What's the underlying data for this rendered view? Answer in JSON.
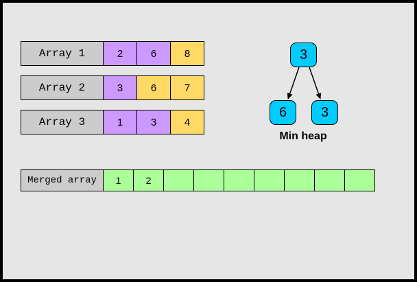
{
  "arrays": [
    {
      "label": "Array 1",
      "values": [
        "2",
        "6",
        "8"
      ],
      "colors": [
        "#cc99ff",
        "#cc99ff",
        "#ffd966"
      ]
    },
    {
      "label": "Array 2",
      "values": [
        "3",
        "6",
        "7"
      ],
      "colors": [
        "#cc99ff",
        "#ffd966",
        "#ffd966"
      ]
    },
    {
      "label": "Array 3",
      "values": [
        "1",
        "3",
        "4"
      ],
      "colors": [
        "#cc99ff",
        "#cc99ff",
        "#ffd966"
      ]
    }
  ],
  "heap": {
    "root": "3",
    "left": "6",
    "right": "3",
    "label": "Min heap"
  },
  "merged": {
    "label": "Merged array",
    "values": [
      "1",
      "2",
      "",
      "",
      "",
      "",
      "",
      "",
      ""
    ]
  },
  "colors": {
    "background": "#e6e6e6",
    "label_gray": "#cccccc",
    "purple": "#cc99ff",
    "yellow": "#ffd966",
    "heap_node": "#00ccff",
    "merged_cell": "#aaff99"
  }
}
